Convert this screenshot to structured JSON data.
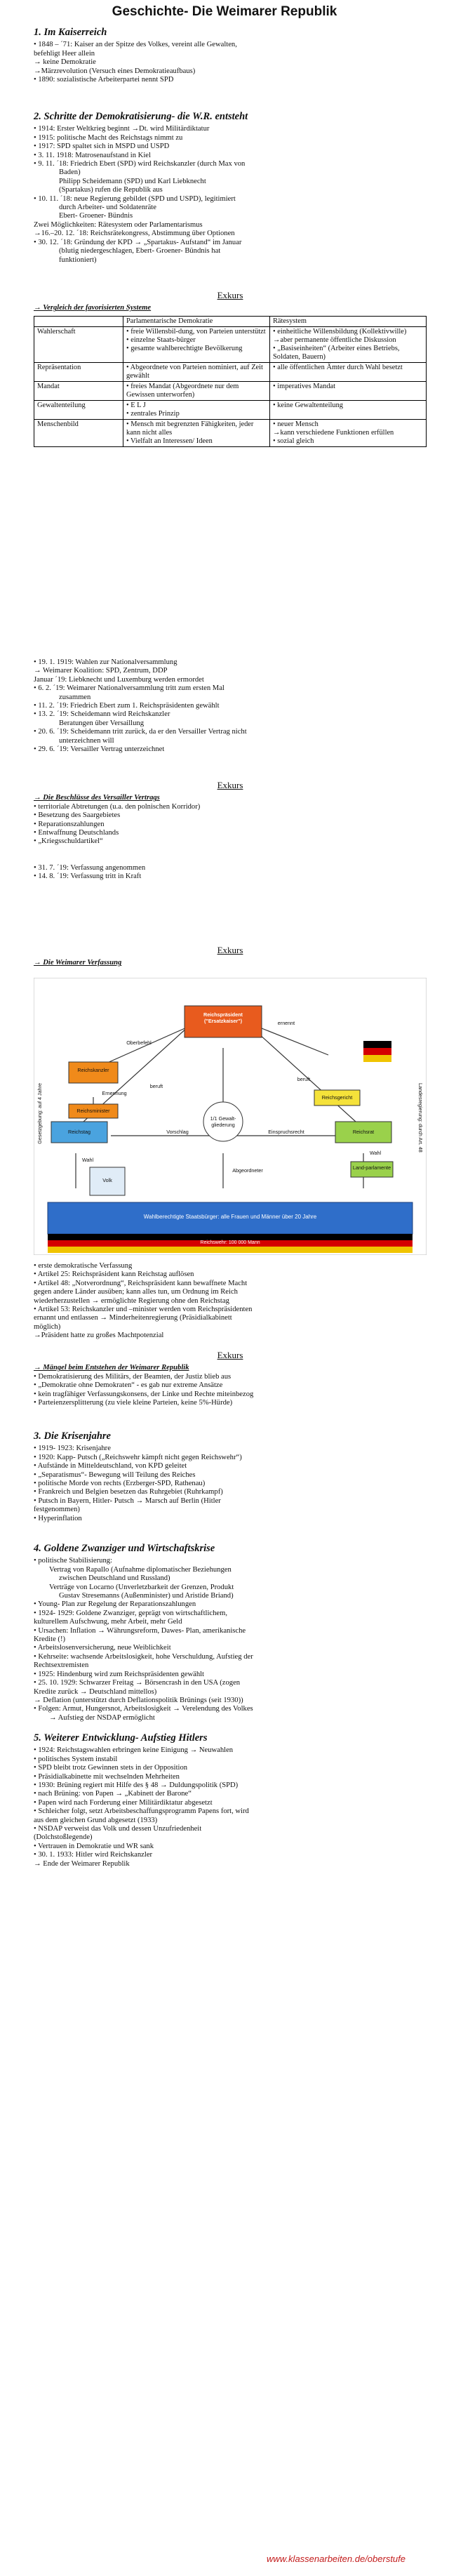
{
  "document_title": "Geschichte- Die Weimarer Republik",
  "watermark": "www.klassenarbeiten.de/oberstufe",
  "s1": {
    "title": "1. Im Kaiserreich",
    "lines": [
      "• 1848 – ´71: Kaiser an der Spitze des Volkes, vereint alle Gewalten,",
      "befehligt Heer allein",
      "→ keine Demokratie",
      "→Märzrevolution (Versuch eines Demokratieaufbaus)",
      "• 1890: sozialistische Arbeiterpartei nennt SPD"
    ]
  },
  "s2": {
    "title": "2. Schritte der Demokratisierung- die W.R. entsteht",
    "lines": [
      {
        "t": "• 1914: Erster Weltkrieg beginnt →Dt. wird Militärdiktatur",
        "c": ""
      },
      {
        "t": "• 1915: politische Macht des Reichstags nimmt zu",
        "c": ""
      },
      {
        "t": "• 1917: SPD spaltet sich in MSPD und USPD",
        "c": ""
      },
      {
        "t": "• 3. 11. 1918: Matrosenaufstand in Kiel",
        "c": ""
      },
      {
        "t": "• 9. 11. ´18:        Friedrich Ebert (SPD) wird Reichskanzler (durch Max von",
        "c": ""
      },
      {
        "t": "Baden)",
        "c": "ind2 x"
      },
      {
        "t": "Philipp Scheidemann (SPD) und Karl Liebknecht",
        "c": "ind2 x"
      },
      {
        "t": "(Spartakus) rufen die Republik aus",
        "c": "ind2 x"
      },
      {
        "t": "• 10. 11. ´18:     neue Regierung gebildet (SPD und USPD), legitimiert",
        "c": ""
      },
      {
        "t": "durch Arbeiter- und Soldatenräte",
        "c": "ind2 x"
      },
      {
        "t": "Ebert- Groener- Bündnis",
        "c": "ind2 x"
      },
      {
        "t": "Zwei Möglichkeiten: Rätesystem oder Parlamentarismus",
        "c": ""
      },
      {
        "t": "→16.–20. 12. ´18: Reichsrätekongress, Abstimmung über Optionen",
        "c": ""
      },
      {
        "t": "• 30. 12. ´18: Gründung der KPD → „Spartakus- Aufstand“ im Januar",
        "c": ""
      },
      {
        "t": "(blutig niedergeschlagen, Ebert- Groener- Bündnis hat",
        "c": "ind2 x"
      },
      {
        "t": "funktioniert)",
        "c": "ind2 x"
      }
    ]
  },
  "exkurs1": {
    "heading": "Exkurs",
    "subtitle": "→ Vergleich der favorisierten Systeme",
    "col_headers": [
      "",
      "Parlamentarische Demokratie",
      "Rätesystem"
    ],
    "rows": [
      [
        "Wahlerschaft",
        "• freie Willensbil-dung, von Parteien unterstützt\n• einzelne Staats-bürger\n• gesamte wahlberechtigte Bevölkerung",
        "• einheitliche Willensbildung (Kollektivwille)\n→aber permanente öffentliche Diskussion\n• „Basiseinheiten“ (Arbeiter eines Betriebs, Soldaten, Bauern)"
      ],
      [
        "Repräsentation",
        "• Abgeordnete von Parteien nominiert, auf Zeit gewählt",
        "• alle öffentlichen Ämter durch Wahl besetzt"
      ],
      [
        "Mandat",
        "• freies Mandat (Abgeordnete nur dem Gewissen unterworfen)",
        "• imperatives Mandat"
      ],
      [
        "Gewaltenteilung",
        "• E L J\n• zentrales Prinzip",
        "• keine Gewaltenteilung"
      ],
      [
        "Menschenbild",
        "• Mensch mit begrenzten Fähigkeiten, jeder kann nicht alles\n• Vielfalt an Interessen/ Ideen",
        "• neuer Mensch\n→kann verschiedene Funktionen erfüllen\n• sozial gleich"
      ]
    ]
  },
  "s2b": {
    "lines": [
      {
        "t": "• 19. 1. 1919: Wahlen zur Nationalversammlung",
        "c": ""
      },
      {
        "t": "→ Weimarer Koalition: SPD, Zentrum, DDP",
        "c": ""
      },
      {
        "t": "Januar ´19: Liebknecht und Luxemburg werden ermordet",
        "c": ""
      },
      {
        "t": "• 6. 2. ´19: Weimarer Nationalversammlung tritt zum ersten Mal",
        "c": ""
      },
      {
        "t": "zusammen",
        "c": "ind2 x"
      },
      {
        "t": "• 11. 2. ´19: Friedrich Ebert zum 1. Reichspräsidenten gewählt",
        "c": ""
      },
      {
        "t": "• 13. 2. ´19:      Scheidemann wird Reichskanzler",
        "c": ""
      },
      {
        "t": "Beratungen über Versaillung",
        "c": "ind2 x"
      },
      {
        "t": "• 20. 6. ´19: Scheidemann tritt zurück, da er den Versailler Vertrag nicht",
        "c": ""
      },
      {
        "t": "unterzeichnen will",
        "c": "ind2 x"
      },
      {
        "t": "• 29. 6. ´19: Versailler Vertrag unterzeichnet",
        "c": ""
      }
    ]
  },
  "exkurs2": {
    "heading": "Exkurs",
    "subtitle": "→ Die Beschlüsse des Versailler Vertrags",
    "lines": [
      "• territoriale Abtretungen (u.a. den polnischen Korridor)",
      "• Besetzung des Saargebietes",
      "• Reparationszahlungen",
      "• Entwaffnung Deutschlands",
      "• „Kriegsschuldartikel“",
      "",
      "",
      "• 31. 7. ´19: Verfassung angenommen",
      "• 14. 8. ´19: Verfassung tritt in Kraft"
    ]
  },
  "exkurs3": {
    "heading": "Exkurs",
    "subtitle": "→ Die Weimarer Verfassung",
    "diagram": {
      "president": "Reichspräsident (\"Ersatzkaiser\")",
      "chancellor": "Reichskanzler",
      "ministers": "Reichsminister",
      "reichstag": "Reichstag",
      "reichsrat": "Reichsrat",
      "reichsgericht": "Reichsgericht",
      "center": "1/1 Gewalt-gliederung",
      "parties": "Land-parlamente",
      "voters": "Wahlberechtigte Staatsbürger: alle Frauen und Männer über 20 Jahre",
      "volk": "Volk",
      "top_label": "ernennt",
      "side_left": "Gesetzgebung: auf 4 Jahre",
      "side_right": "Landesregierung: durch Art. 48",
      "strip": "Reichswehr: 100 000 Mann",
      "link_labels": [
        "Oberbefehl",
        "beruft",
        "beruft",
        "Ernennung",
        "Vorschlag",
        "Einspruchsrecht",
        "Wahl",
        "Wahl",
        "Abgeordneter"
      ]
    },
    "lines": [
      "• erste demokratische Verfassung",
      "• Artikel 25: Reichspräsident kann Reichstag auflösen",
      "• Artikel 48: „Notverordnung“, Reichspräsident kann bewaffnete Macht",
      "gegen andere Länder ausüben; kann alles tun, um Ordnung im Reich",
      "wiederherzustellen → ermöglichte Regierung ohne den Reichstag",
      "• Artikel 53: Reichskanzler und –minister werden vom Reichspräsidenten",
      "ernannt und entlassen → Minderheitenregierung (Präsidialkabinett",
      "möglich)",
      "→Präsident hatte zu großes Machtpotenzial"
    ]
  },
  "exkurs4": {
    "heading": "Exkurs",
    "subtitle": "→ Mängel beim Entstehen der Weimarer Republik",
    "lines": [
      "• Demokratisierung des Militärs, der Beamten, der Justiz blieb aus",
      "• „Demokratie ohne Demokraten“ - es gab nur extreme Ansätze",
      "• kein tragfähiger Verfassungskonsens, der Linke und Rechte miteinbezog",
      "• Parteienzersplitterung (zu viele kleine Parteien, keine 5%-Hürde)"
    ]
  },
  "s3": {
    "title": "3. Die Krisenjahre",
    "lines": [
      "• 1919- 1923: Krisenjahre",
      "• 1920: Kapp- Putsch („Reichswehr kämpft nicht gegen Reichswehr“)",
      "• Aufstände in Mitteldeutschland, von KPD geleitet",
      "• „Separatismus“- Bewegung will Teilung des Reiches",
      "• politische Morde von rechts (Erzberger-SPD, Rathenau)",
      "• Frankreich und Belgien besetzen das Ruhrgebiet (Ruhrkampf)",
      "• Putsch in Bayern, Hitler- Putsch → Marsch auf Berlin (Hitler",
      "festgenommen)",
      "• Hyperinflation"
    ]
  },
  "s4": {
    "title": "4. Goldene Zwanziger und Wirtschaftskrise",
    "lines": [
      {
        "t": "• politische Stabilisierung:",
        "c": ""
      },
      {
        "t": "Vertrag von Rapallo (Aufnahme diplomatischer Beziehungen",
        "c": "ind x"
      },
      {
        "t": "zwischen Deutschland und Russland)",
        "c": "ind2 x"
      },
      {
        "t": "Verträge von Locarno (Unverletzbarkeit der Grenzen, Produkt",
        "c": "ind x"
      },
      {
        "t": "Gustav Stresemanns (Außenminister) und Aristide Briand)",
        "c": "ind2 x"
      },
      {
        "t": "• Young- Plan zur Regelung der Reparationszahlungen",
        "c": ""
      },
      {
        "t": "• 1924- 1929: Goldene Zwanziger, geprägt von wirtschaftlichem,",
        "c": ""
      },
      {
        "t": "kulturellem Aufschwung, mehr Arbeit, mehr Geld",
        "c": ""
      },
      {
        "t": "• Ursachen: Inflation → Währungsreform, Dawes- Plan, amerikanische",
        "c": ""
      },
      {
        "t": "Kredite (!)",
        "c": ""
      },
      {
        "t": "• Arbeitslosenversicherung, neue Weiblichkeit",
        "c": ""
      },
      {
        "t": "• Kehrseite: wachsende Arbeitslosigkeit, hohe Verschuldung, Aufstieg der",
        "c": ""
      },
      {
        "t": "Rechtsextremisten",
        "c": ""
      },
      {
        "t": "• 1925: Hindenburg wird zum Reichspräsidenten gewählt",
        "c": ""
      },
      {
        "t": "• 25. 10. 1929: Schwarzer Freitag → Börsencrash in den USA (zogen",
        "c": ""
      },
      {
        "t": "Kredite zurück → Deutschland mittellos)",
        "c": ""
      },
      {
        "t": "→ Deflation (unterstützt durch Deflationspolitik Brünings (seit 1930))",
        "c": ""
      },
      {
        "t": "• Folgen: Armut, Hungersnot, Arbeitslosigkeit → Verelendung des Volkes",
        "c": ""
      },
      {
        "t": "→ Aufstieg der NSDAP ermöglicht",
        "c": "ind x"
      }
    ]
  },
  "s5": {
    "title": "5. Weiterer Entwicklung- Aufstieg Hitlers",
    "lines": [
      "• 1924: Reichstagswahlen erbringen keine Einigung → Neuwahlen",
      "• politisches System instabil",
      "• SPD bleibt trotz Gewinnen stets in der Opposition",
      "• Präsidialkabinette mit wechselnden Mehrheiten",
      "• 1930: Brüning regiert mit Hilfe des § 48 → Duldungspolitik (SPD)",
      "• nach Brüning: von Papen → „Kabinett der Barone“",
      "• Papen wird nach Forderung einer Militärdiktatur abgesetzt",
      "• Schleicher folgt, setzt Arbeitsbeschaffungsprogramm Papens fort, wird",
      "aus dem gleichen Grund abgesetzt (1933)",
      "• NSDAP verweist das Volk und dessen Unzufriedenheit",
      "(Dolchstoßlegende)",
      "• Vertrauen in Demokratie und WR sank",
      "• 30. 1. 1933: Hitler wird Reichskanzler",
      "→ Ende der Weimarer Republik"
    ]
  }
}
